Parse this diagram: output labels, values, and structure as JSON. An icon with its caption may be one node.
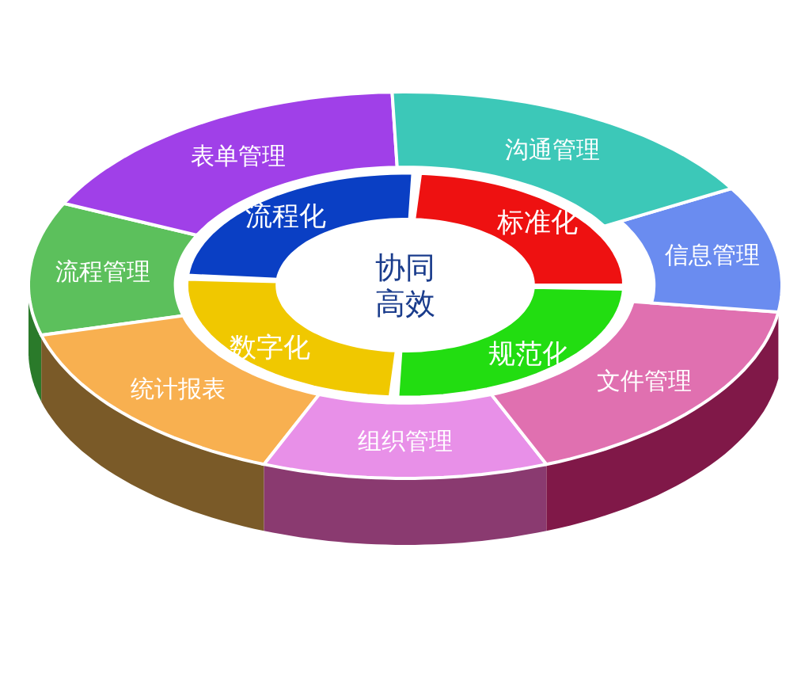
{
  "diagram": {
    "nodes": [
      {
        "text": [
          "协同高效"
        ]
      },
      {
        "text": [
          "流程化"
        ]
      },
      {
        "text": [
          "标准化"
        ]
      },
      {
        "text": [
          "规范化"
        ]
      },
      {
        "text": [
          "数字化"
        ]
      },
      {
        "text": [
          "表单管理"
        ]
      },
      {
        "text": [
          "沟通管理"
        ]
      },
      {
        "text": [
          "流程管理"
        ]
      },
      {
        "text": [
          "信息管理"
        ]
      },
      {
        "text": [
          "统计报表"
        ]
      },
      {
        "text": [
          "文件管理"
        ]
      },
      {
        "text": [
          "组织管理"
        ]
      }
    ]
  }
}
